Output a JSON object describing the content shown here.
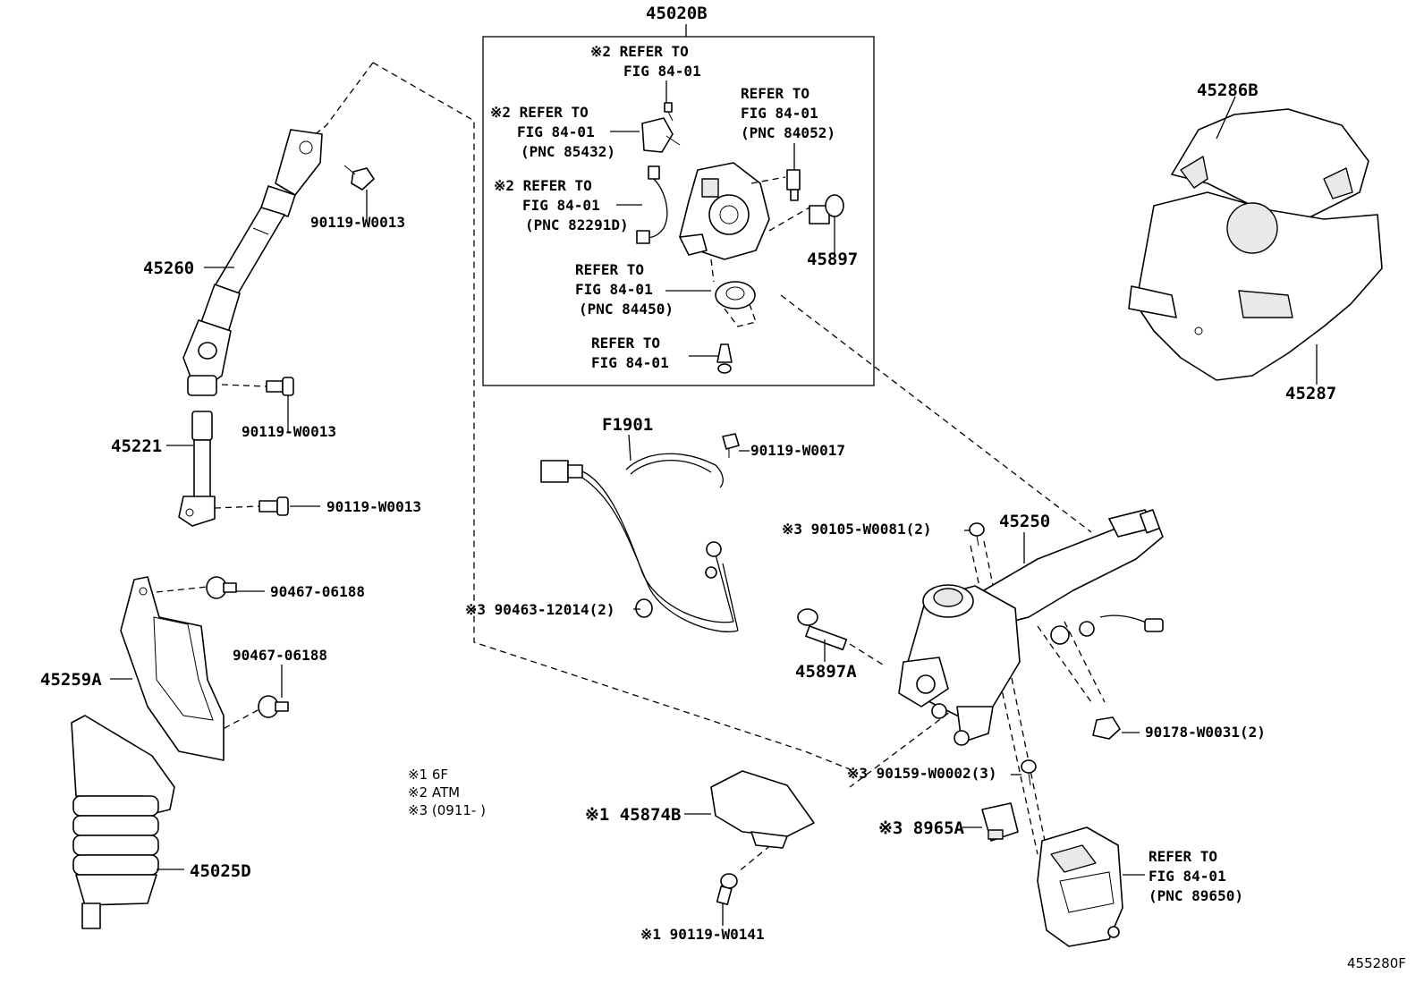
{
  "diagram": {
    "figure_code": "455280F",
    "labels": {
      "p45020B": "45020B",
      "p45260": "45260",
      "p90119_w0013_a": "90119-W0013",
      "p90119_w0013_b": "90119-W0013",
      "p90119_w0013_c": "90119-W0013",
      "p45221": "45221",
      "p90467_06188_a": "90467-06188",
      "p90467_06188_b": "90467-06188",
      "p45259A": "45259A",
      "p45025D": "45025D",
      "p45286B": "45286B",
      "p45287": "45287",
      "p45897": "45897",
      "pF1901": "F1901",
      "p90119_w0017": "90119-W0017",
      "p45250": "45250",
      "p90105_w0081": "※3 90105-W0081(2)",
      "p90463_12014": "※3 90463-12014(2)",
      "p45897A": "45897A",
      "p90178_w0031": "90178-W0031(2)",
      "p90159_w0002": "※3 90159-W0002(3)",
      "p8965A": "※3 8965A",
      "p45874B": "※1 45874B",
      "p90119_w0141": "※1 90119-W0141"
    },
    "refers": {
      "r1": [
        "※2 REFER TO",
        "FIG 84-01"
      ],
      "r2": [
        "※2 REFER TO",
        "FIG 84-01",
        "(PNC 85432)"
      ],
      "r3": [
        "REFER TO",
        "FIG 84-01",
        "(PNC 84052)"
      ],
      "r4": [
        "※2 REFER TO",
        "FIG 84-01",
        "(PNC 82291D)"
      ],
      "r5": [
        "REFER TO",
        "FIG 84-01",
        "(PNC 84450)"
      ],
      "r6": [
        "REFER TO",
        "FIG 84-01"
      ],
      "r7": [
        "REFER TO",
        "FIG 84-01",
        "(PNC 89650)"
      ]
    },
    "notes": [
      "※1 6F",
      "※2 ATM",
      "※3 (0911-    )"
    ]
  }
}
